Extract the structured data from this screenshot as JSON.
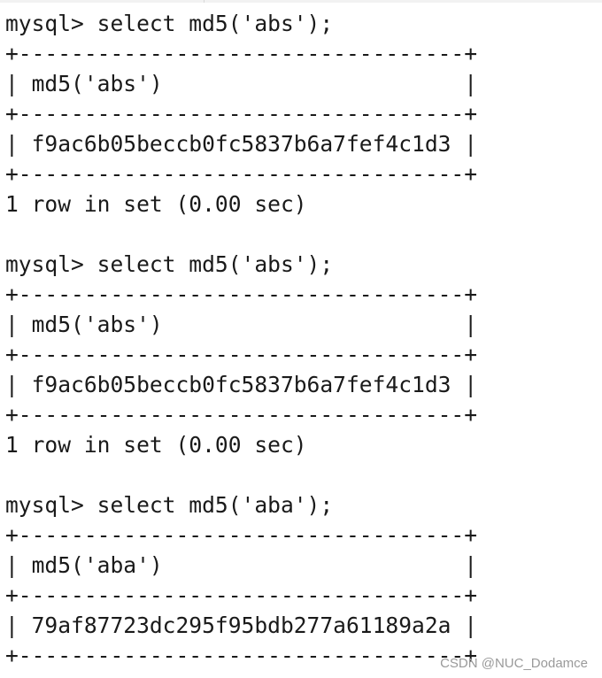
{
  "terminal": {
    "lines": [
      "mysql> select md5('abs');",
      "+----------------------------------+",
      "| md5('abs')                       |",
      "+----------------------------------+",
      "| f9ac6b05beccb0fc5837b6a7fef4c1d3 |",
      "+----------------------------------+",
      "1 row in set (0.00 sec)",
      "",
      "mysql> select md5('abs');",
      "+----------------------------------+",
      "| md5('abs')                       |",
      "+----------------------------------+",
      "| f9ac6b05beccb0fc5837b6a7fef4c1d3 |",
      "+----------------------------------+",
      "1 row in set (0.00 sec)",
      "",
      "mysql> select md5('aba');",
      "+----------------------------------+",
      "| md5('aba')                       |",
      "+----------------------------------+",
      "| 79af87723dc295f95bdb277a61189a2a |",
      "+----------------------------------+"
    ]
  },
  "watermark": {
    "text": "CSDN @NUC_Dodamce"
  },
  "colors": {
    "background": "#ffffff",
    "text": "#1a1a1a",
    "watermark": "#9a9a9a"
  }
}
